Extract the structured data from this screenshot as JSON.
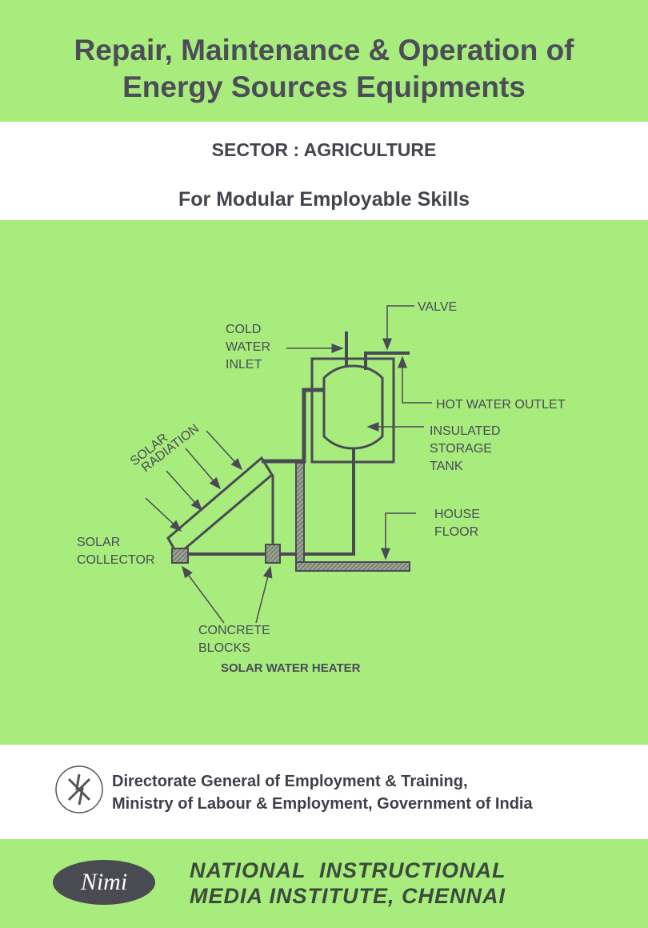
{
  "title": {
    "line1": "Repair, Maintenance & Operation of",
    "line2": "Energy Sources Equipments"
  },
  "sector": "SECTOR : AGRICULTURE",
  "subtitle": "For Modular Employable Skills",
  "diagram": {
    "caption": "SOLAR WATER HEATER",
    "labels": {
      "valve": "VALVE",
      "cold1": "COLD",
      "cold2": "WATER",
      "cold3": "INLET",
      "hot": "HOT WATER OUTLET",
      "tank1": "INSULATED",
      "tank2": "STORAGE",
      "tank3": "TANK",
      "solar1": "SOLAR",
      "solar2": "RADIATION",
      "floor1": "HOUSE",
      "floor2": "FLOOR",
      "collector1": "SOLAR",
      "collector2": "COLLECTOR",
      "blocks1": "CONCRETE",
      "blocks2": "BLOCKS"
    }
  },
  "publisher": {
    "line1": "Directorate General of Employment & Training,",
    "line2": "Ministry of Labour & Employment, Government of India",
    "emblem_text": "DGET emblem"
  },
  "institute": {
    "logo": "Nimi",
    "line1": "NATIONAL  INSTRUCTIONAL",
    "line2": "MEDIA INSTITUTE, CHENNAI"
  },
  "colors": {
    "green": "#a7ec7d",
    "white": "#ffffff",
    "ink": "#4a4a55"
  }
}
